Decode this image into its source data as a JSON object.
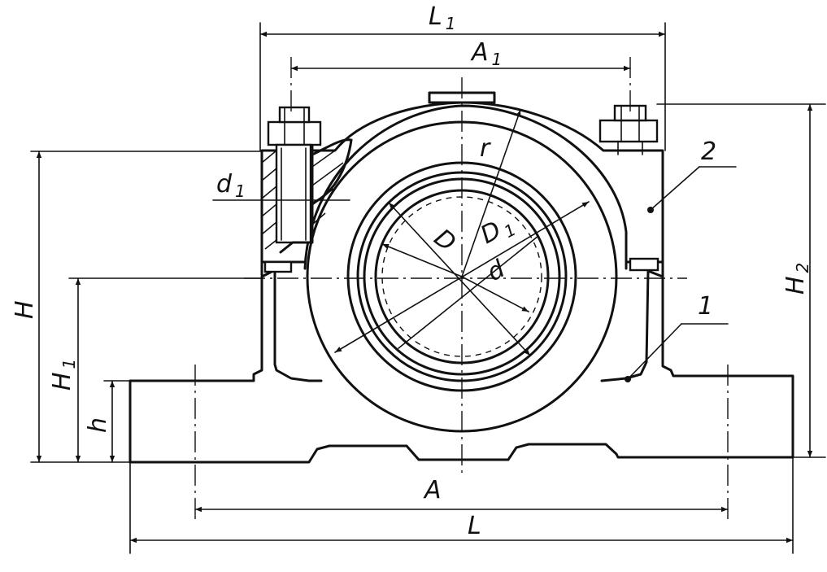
{
  "drawing": {
    "dimensions": {
      "L1": {
        "main": "L",
        "sub": "1"
      },
      "A1": {
        "main": "A",
        "sub": "1"
      },
      "H": {
        "main": "H",
        "sub": ""
      },
      "H1": {
        "main": "H",
        "sub": "1"
      },
      "h": {
        "main": "h",
        "sub": ""
      },
      "H2": {
        "main": "H",
        "sub": "2"
      },
      "d1": {
        "main": "d",
        "sub": "1"
      },
      "r": {
        "main": "r",
        "sub": ""
      },
      "D": {
        "main": "D",
        "sub": ""
      },
      "D1": {
        "main": "D",
        "sub": "1"
      },
      "d": {
        "main": "d",
        "sub": ""
      },
      "A": {
        "main": "A",
        "sub": ""
      },
      "L": {
        "main": "L",
        "sub": ""
      }
    },
    "callouts": {
      "part1": "1",
      "part2": "2"
    }
  }
}
